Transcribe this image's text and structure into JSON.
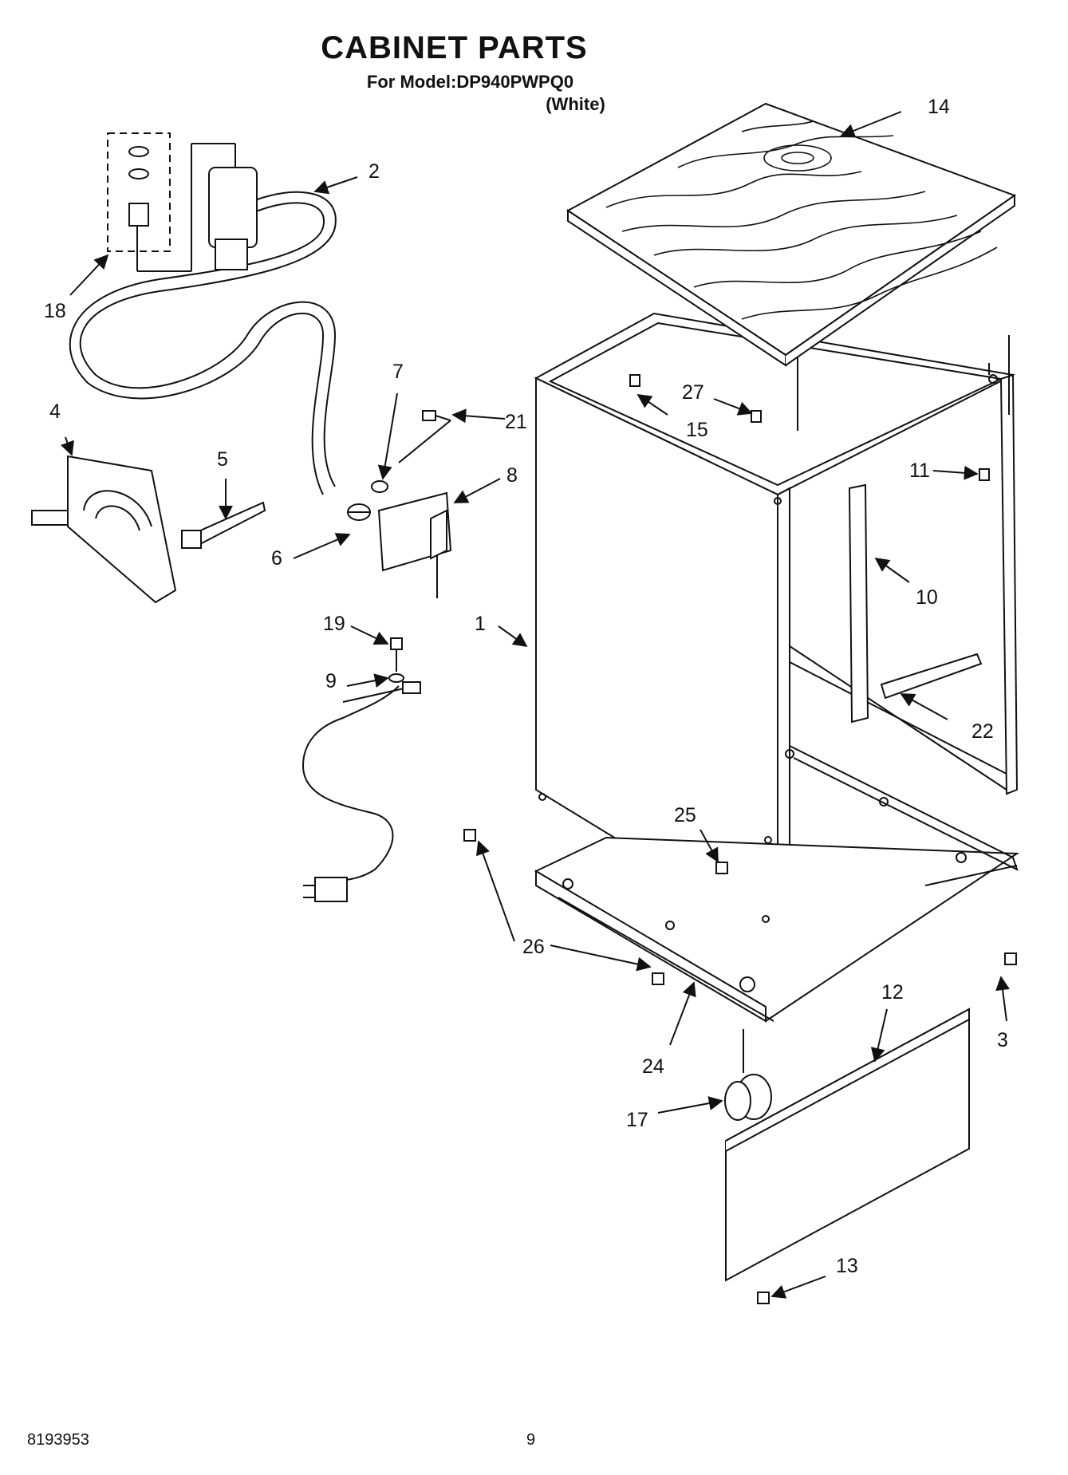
{
  "header": {
    "title": "CABINET PARTS",
    "model_line": "For Model:DP940PWPQ0",
    "color_line": "(White)"
  },
  "footer": {
    "document_number": "8193953",
    "page_number": "9"
  },
  "callouts": {
    "c1": "1",
    "c2": "2",
    "c3": "3",
    "c4": "4",
    "c5": "5",
    "c6": "6",
    "c7": "7",
    "c8": "8",
    "c9": "9",
    "c10": "10",
    "c11": "11",
    "c12": "12",
    "c13": "13",
    "c14": "14",
    "c15": "15",
    "c17": "17",
    "c18": "18",
    "c19": "19",
    "c21": "21",
    "c22": "22",
    "c24": "24",
    "c25": "25",
    "c26": "26",
    "c27": "27"
  }
}
